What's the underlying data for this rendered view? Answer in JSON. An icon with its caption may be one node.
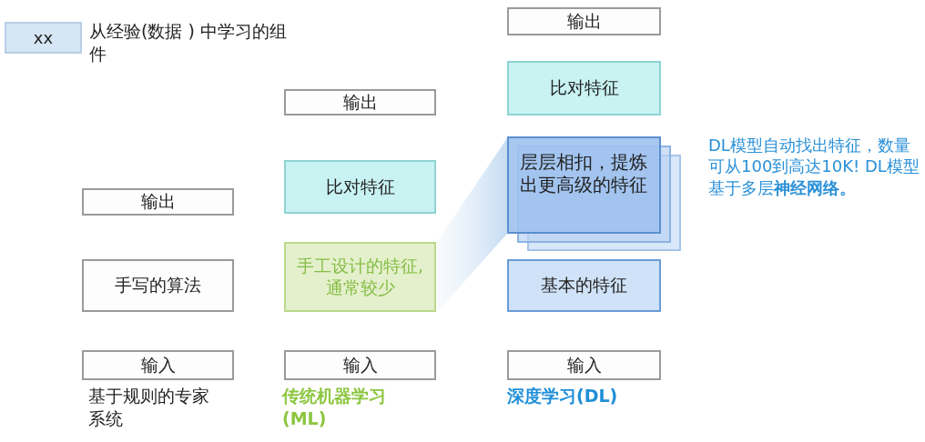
{
  "diagram": {
    "nodes": [
      {
        "text": [
          "输出"
        ]
      },
      {
        "text": [
          "手写的算法"
        ]
      },
      {
        "text": [
          "输入"
        ],
        "beside": [
          "基于规则的专家系统"
        ]
      },
      {
        "text": [
          "输出"
        ]
      },
      {
        "text": [
          "比对特征"
        ]
      },
      {
        "text": [
          "手工设计的特征, 通常较少"
        ]
      },
      {
        "text": [
          "输入"
        ],
        "beside": [
          "传统机器学习 (ML)"
        ]
      },
      {
        "text": [
          "输出"
        ]
      },
      {
        "text": [
          "比对特征"
        ]
      },
      {
        "text": [
          "层层相扣，提炼出更高级的特征"
        ]
      },
      {
        "text": [
          "基本的特征"
        ]
      },
      {
        "text": [
          "输入"
        ],
        "beside": [
          "深度学习(DL)"
        ]
      }
    ],
    "edges": [],
    "labels": [
      "xx",
      "DL模型自动找出特征，数量可从100到高达10K! DL模型基于多层**神经网络。**"
    ],
    "legend": [
      {
        "text": "从经验(数据 ) 中学习的组件",
        "color": "#d6e6f5"
      }
    ]
  }
}
